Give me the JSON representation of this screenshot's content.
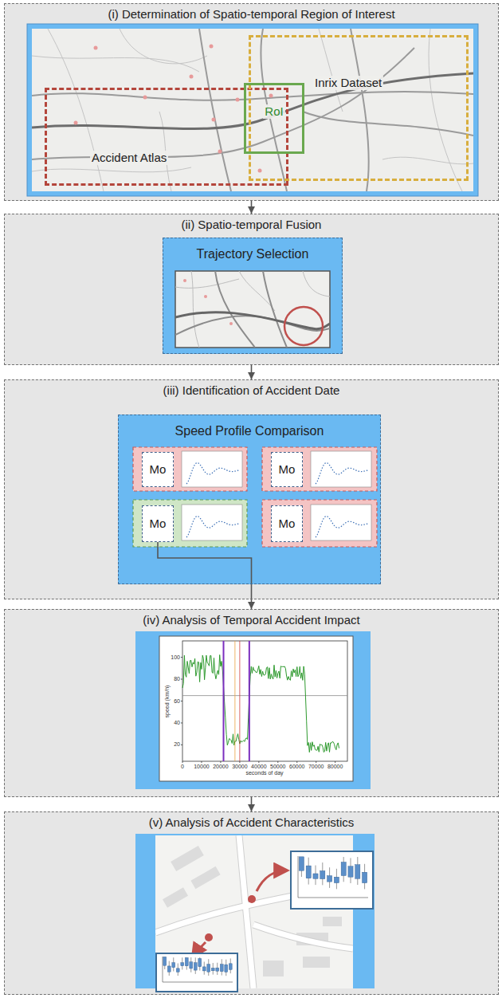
{
  "diagram": {
    "nodes": [
      {
        "text": [
          "(i) Determination of Spatio-temporal Region of Interest"
        ]
      },
      {
        "text": [
          "Accident Atlas"
        ],
        "in": 0
      },
      {
        "text": [
          "Inrix Dataset"
        ],
        "in": 0
      },
      {
        "text": [
          "RoI"
        ],
        "in": 0
      },
      {
        "text": [
          "(ii) Spatio-temporal Fusion"
        ]
      },
      {
        "text": [
          "Trajectory Selection"
        ],
        "in": 4
      },
      {
        "text": [
          "(iii) Identification of Accident Date"
        ]
      },
      {
        "text": [
          "Speed Profile Comparison"
        ],
        "in": 6
      },
      {
        "text": [
          "Mo"
        ],
        "in": 7
      },
      {
        "text": [
          "Mo"
        ],
        "in": 7
      },
      {
        "text": [
          "Mo"
        ],
        "in": 7
      },
      {
        "text": [
          "Mo"
        ],
        "in": 7
      },
      {
        "text": [
          "(iv) Analysis of Temporal Accident Impact"
        ]
      },
      {
        "text": [
          "(v) Analysis of Accident Characteristics"
        ]
      }
    ],
    "edges": [
      {
        "from": 0,
        "to": 4,
        "arrow": "to"
      },
      {
        "from": 4,
        "to": 6,
        "arrow": "to"
      },
      {
        "from": 10,
        "to": 12,
        "arrow": "to"
      },
      {
        "from": 12,
        "to": 13,
        "arrow": "to"
      }
    ],
    "labels": [
      "100",
      "80",
      "60",
      "40",
      "20",
      "0",
      "10000",
      "20000",
      "30000",
      "40000",
      "50000",
      "60000",
      "70000",
      "80000",
      "speed (km/h)",
      "seconds of day"
    ]
  }
}
